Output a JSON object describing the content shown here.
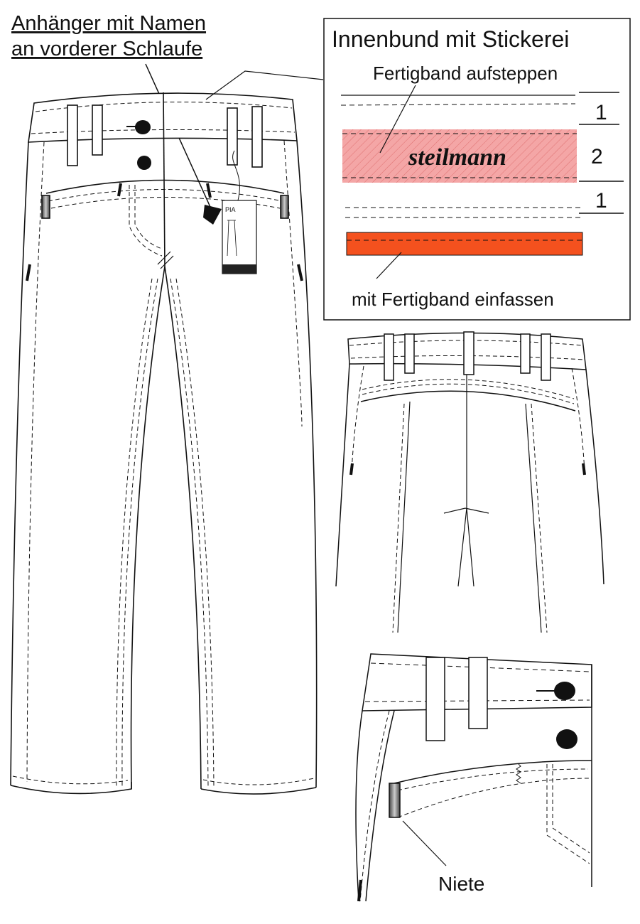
{
  "callout_tag": {
    "line1": "Anhänger mit Namen",
    "line2": "an vorderer Schlaufe"
  },
  "inset_waistband": {
    "title": "Innenbund mit Stickerei",
    "tape_stitch_label": "Fertigband aufsteppen",
    "brand_embroidery": "steilmann",
    "layer_numbers": [
      "1",
      "2",
      "1"
    ],
    "binding_label": "mit Fertigband einfassen",
    "colors": {
      "embroidery_band": "#f4a6a6",
      "binding_band": "#f4511e"
    }
  },
  "hang_tag": {
    "name": "PIA"
  },
  "rivet_callout": {
    "label": "Niete"
  }
}
